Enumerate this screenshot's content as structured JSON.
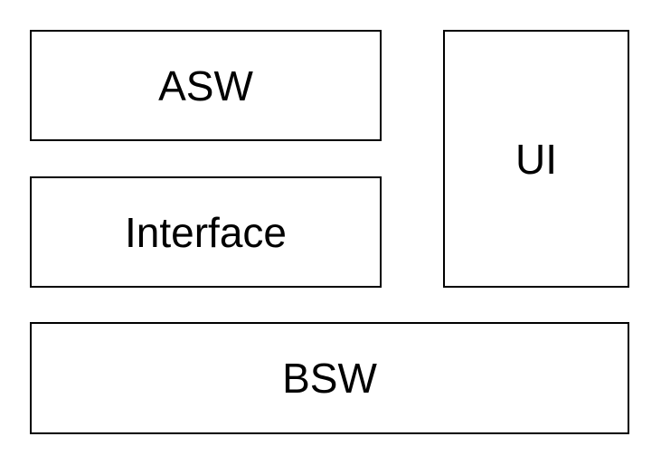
{
  "blocks": {
    "asw": {
      "label": "ASW"
    },
    "interface": {
      "label": "Interface"
    },
    "ui": {
      "label": "UI"
    },
    "bsw": {
      "label": "BSW"
    }
  },
  "colors": {
    "border": "#000000",
    "background": "#ffffff",
    "text": "#000000"
  }
}
